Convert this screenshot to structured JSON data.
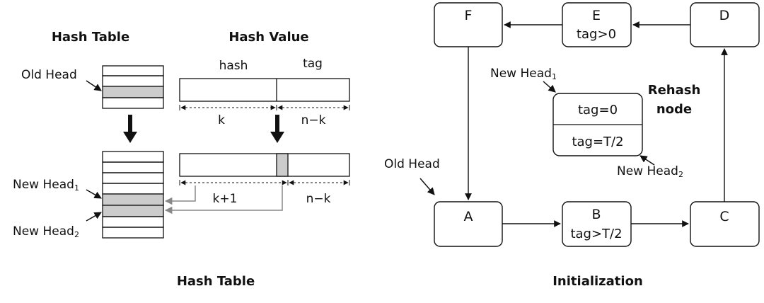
{
  "left_panel": {
    "hash_table_heading": "Hash Table",
    "hash_value_heading": "Hash Value",
    "old_head_label": "Old Head",
    "new_head_1_label": "New Head",
    "new_head_1_sub": "1",
    "new_head_2_label": "New Head",
    "new_head_2_sub": "2",
    "hash_field_label": "hash",
    "tag_field_label": "tag",
    "k_label": "k",
    "n_minus_k_label": "n−k",
    "k_plus_1_label": "k+1",
    "n_minus_k_label_2": "n−k",
    "caption": "Hash Table"
  },
  "right_panel": {
    "caption": "Initialization",
    "node_a": "A",
    "node_b": "B",
    "node_b_tag": "tag>T/2",
    "node_c": "C",
    "node_d": "D",
    "node_e": "E",
    "node_e_tag": "tag>0",
    "node_f": "F",
    "old_head_label": "Old Head",
    "new_head_1_label": "New Head",
    "new_head_1_sub": "1",
    "new_head_2_label": "New Head",
    "new_head_2_sub": "2",
    "rehash_tag_0": "tag=0",
    "rehash_tag_half": "tag=T/2",
    "rehash_label_line1": "Rehash",
    "rehash_label_line2": "node"
  },
  "colors": {
    "stroke": "#111111",
    "highlight_fill": "#cccccc",
    "link_gray": "#888888"
  }
}
